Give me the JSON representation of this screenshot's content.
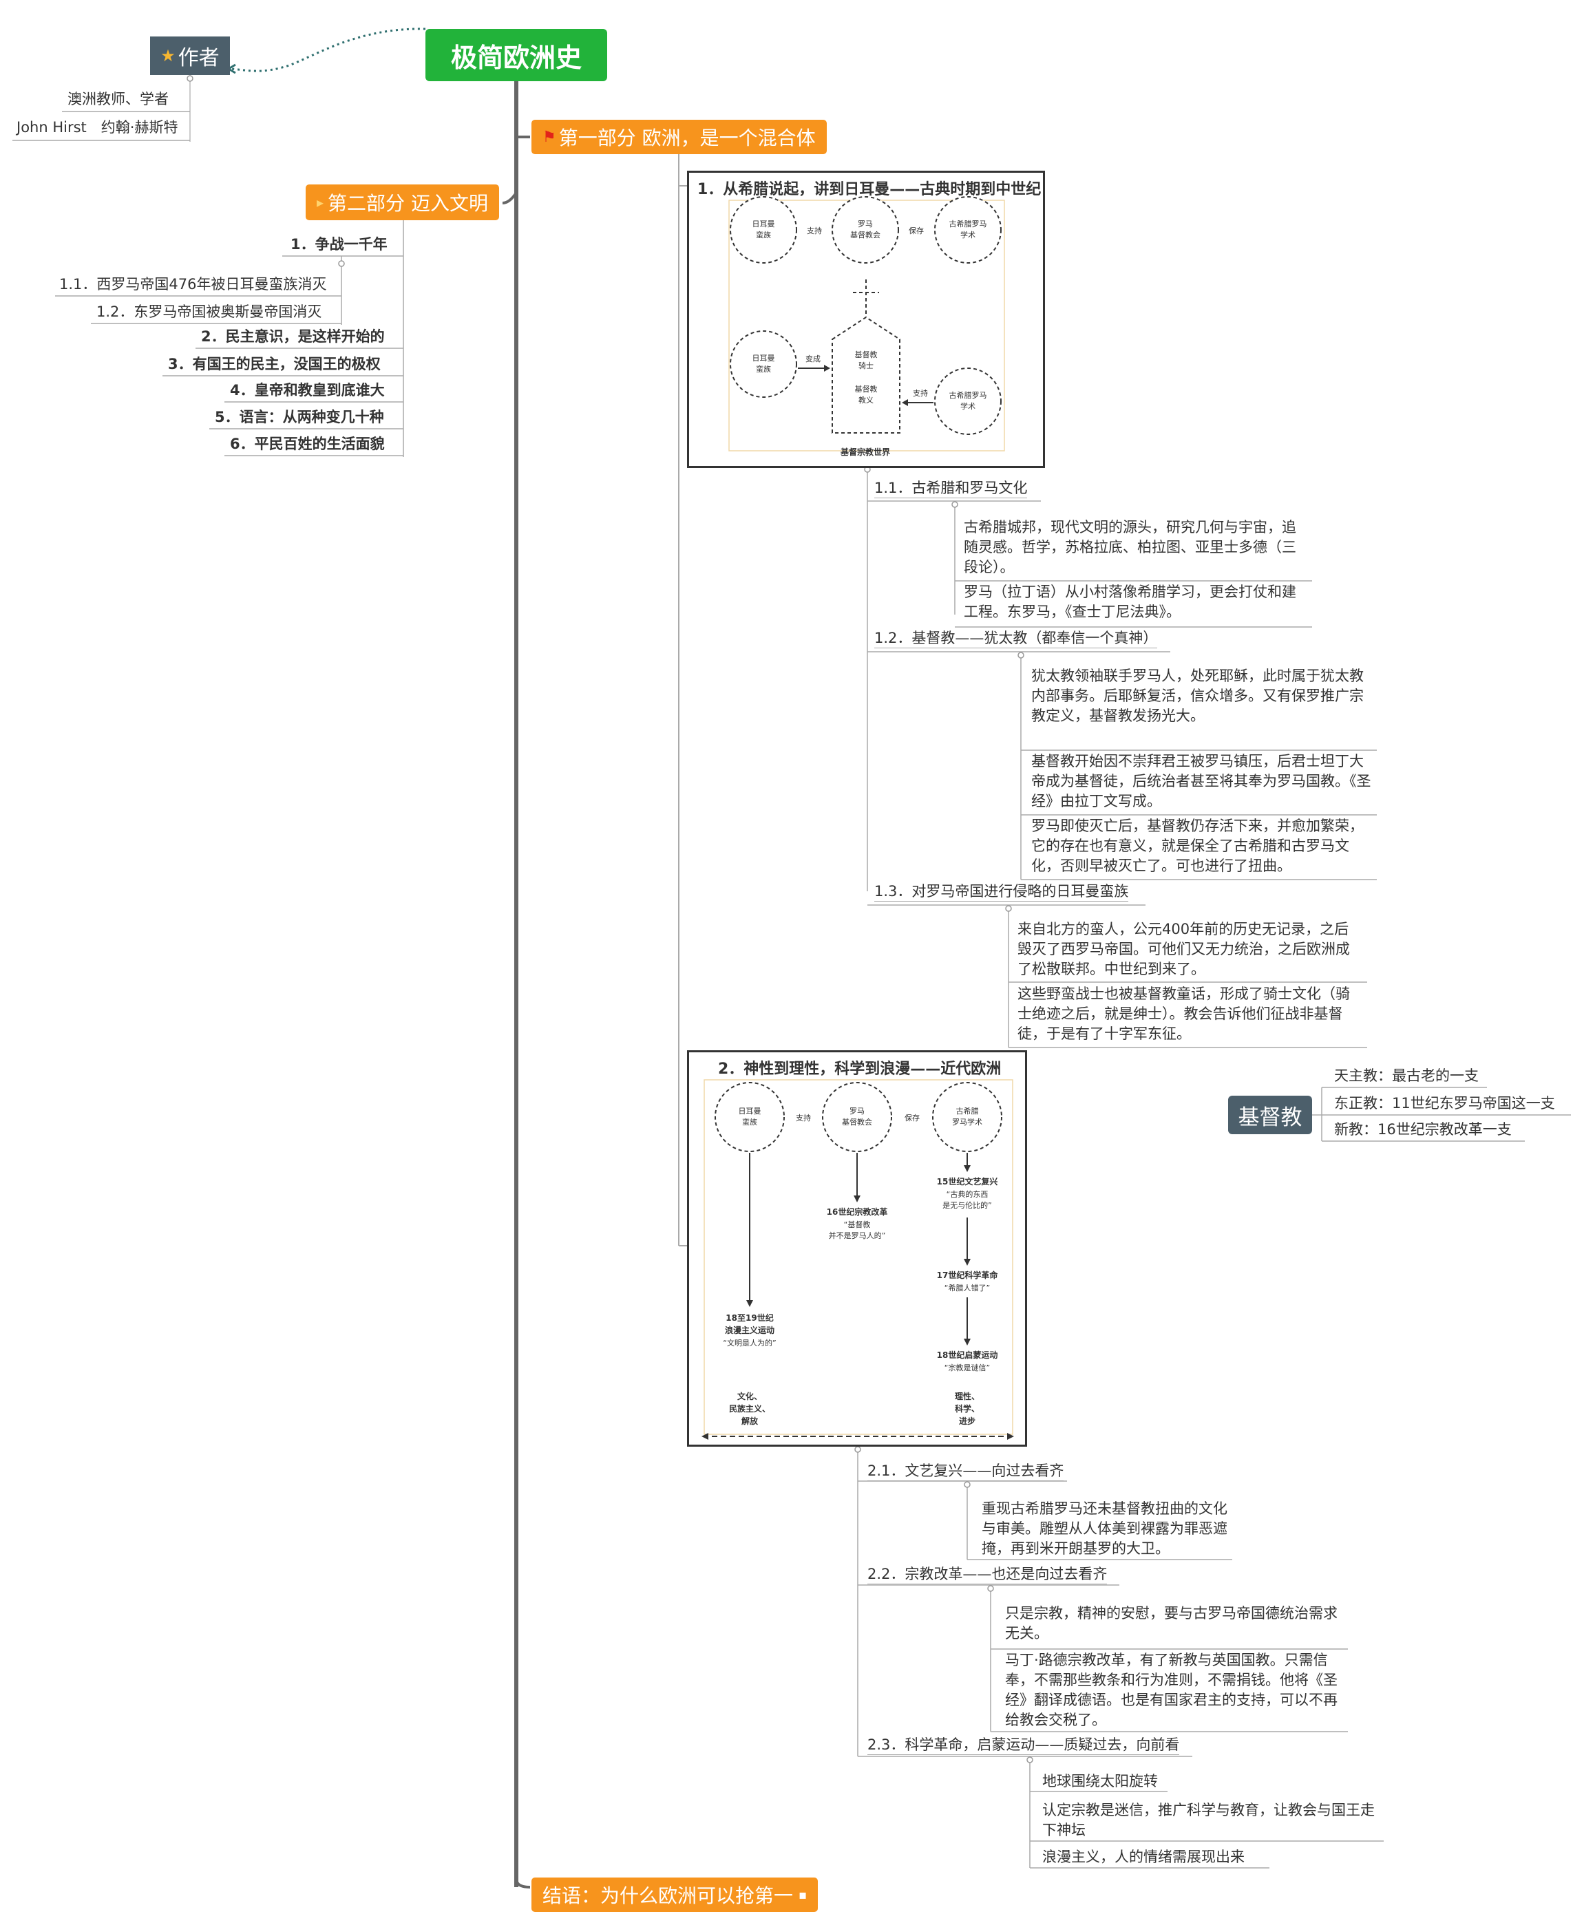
{
  "root": {
    "title": "极简欧洲史"
  },
  "author": {
    "label": "作者",
    "items": [
      "澳洲教师、学者",
      "John Hirst　约翰·赫斯特"
    ]
  },
  "part1": {
    "label": "第一部分 欧洲，是一个混合体",
    "section1": {
      "title": "1．从希腊说起，讲到日耳曼——古典时期到中世纪",
      "diagram": {
        "c1": [
          "日耳曼",
          "蛮族"
        ],
        "c2": [
          "罗马",
          "基督教会"
        ],
        "c3": [
          "古希腊罗马",
          "学术"
        ],
        "support": "支持",
        "preserve": "保存",
        "c4": [
          "日耳曼",
          "蛮族"
        ],
        "become": "变成",
        "church": [
          "基督教",
          "骑士",
          "基督教",
          "教义"
        ],
        "c5": [
          "古希腊罗马",
          "学术"
        ],
        "support2": "支持",
        "caption": "基督宗教世界"
      },
      "sub1": {
        "title": "1.1．古希腊和罗马文化",
        "leaves": [
          "古希腊城邦，现代文明的源头，研究几何与宇宙，追随灵感。哲学，苏格拉底、柏拉图、亚里士多德（三段论）。",
          "罗马（拉丁语）从小村落像希腊学习，更会打仗和建工程。东罗马，《查士丁尼法典》。"
        ]
      },
      "sub2": {
        "title": "1.2．基督教——犹太教（都奉信一个真神）",
        "leaves": [
          "犹太教领袖联手罗马人，处死耶稣，此时属于犹太教内部事务。后耶稣复活，信众增多。又有保罗推广宗教定义，基督教发扬光大。",
          "基督教开始因不崇拜君王被罗马镇压，后君士坦丁大帝成为基督徒，后统治者甚至将其奉为罗马国教。《圣经》由拉丁文写成。",
          "罗马即使灭亡后，基督教仍存活下来，并愈加繁荣，它的存在也有意义，就是保全了古希腊和古罗马文化，否则早被灭亡了。可也进行了扭曲。"
        ]
      },
      "sub3": {
        "title": "1.3．对罗马帝国进行侵略的日耳曼蛮族",
        "leaves": [
          "来自北方的蛮人，公元400年前的历史无记录，之后毁灭了西罗马帝国。可他们又无力统治，之后欧洲成了松散联邦。中世纪到来了。",
          "这些野蛮战士也被基督教童话，形成了骑士文化（骑士绝迹之后，就是绅士）。教会告诉他们征战非基督徒，于是有了十字军东征。"
        ]
      }
    },
    "section2": {
      "title": "2．神性到理性，科学到浪漫——近代欧洲",
      "diagram": {
        "c1": [
          "日耳曼",
          "蛮族"
        ],
        "c2": [
          "罗马",
          "基督教会"
        ],
        "c3": [
          "古希腊",
          "罗马学术"
        ],
        "support": "支持",
        "preserve": "保存",
        "e1": [
          "15世纪文艺复兴",
          "“古典的东西",
          "是无与伦比的”"
        ],
        "e2": [
          "16世纪宗教改革",
          "“基督教",
          "并不是罗马人的”"
        ],
        "e3": [
          "17世纪科学革命",
          "“希腊人错了”"
        ],
        "e4": [
          "18至19世纪",
          "浪漫主义运动",
          "“文明是人为的”"
        ],
        "e5": [
          "18世纪启蒙运动",
          "“宗教是谜信”"
        ],
        "b1": [
          "文化、",
          "民族主义、",
          "解放"
        ],
        "b2": [
          "理性、",
          "科学、",
          "进步"
        ]
      },
      "sub1": {
        "title": "2.1．文艺复兴——向过去看齐",
        "leaves": [
          "重现古希腊罗马还未基督教扭曲的文化与审美。雕塑从人体美到裸露为罪恶遮掩，再到米开朗基罗的大卫。"
        ]
      },
      "sub2": {
        "title": "2.2．宗教改革——也还是向过去看齐",
        "leaves": [
          "只是宗教，精神的安慰，要与古罗马帝国德统治需求无关。",
          "马丁·路德宗教改革，有了新教与英国国教。只需信奉，不需那些教条和行为准则，不需捐钱。他将《圣经》翻译成德语。也是有国家君主的支持，可以不再给教会交税了。"
        ]
      },
      "sub3": {
        "title": "2.3．科学革命，启蒙运动——质疑过去，向前看",
        "leaves": [
          "地球围绕太阳旋转",
          "认定宗教是迷信，推广科学与教育，让教会与国王走下神坛",
          "浪漫主义，人的情绪需展现出来"
        ]
      }
    }
  },
  "part2": {
    "label": "第二部分 迈入文明",
    "items": [
      "1．争战一千年",
      "1.1．西罗马帝国476年被日耳曼蛮族消灭",
      "1.2．东罗马帝国被奥斯曼帝国消灭",
      "2．民主意识，是这样开始的",
      "3．有国王的民主，没国王的极权",
      "4．皇帝和教皇到底谁大",
      "5．语言：从两种变几十种",
      "6．平民百姓的生活面貌"
    ]
  },
  "christianity": {
    "label": "基督教",
    "items": [
      "天主教：最古老的一支",
      "东正教：11世纪东罗马帝国这一支",
      "新教：16世纪宗教改革一支"
    ]
  },
  "conclusion": {
    "label": "结语：为什么欧洲可以抢第一"
  },
  "colors": {
    "root": "#22b33a",
    "branch": "#f7941d",
    "dark": "#4c5f6b",
    "line": "#555555"
  }
}
